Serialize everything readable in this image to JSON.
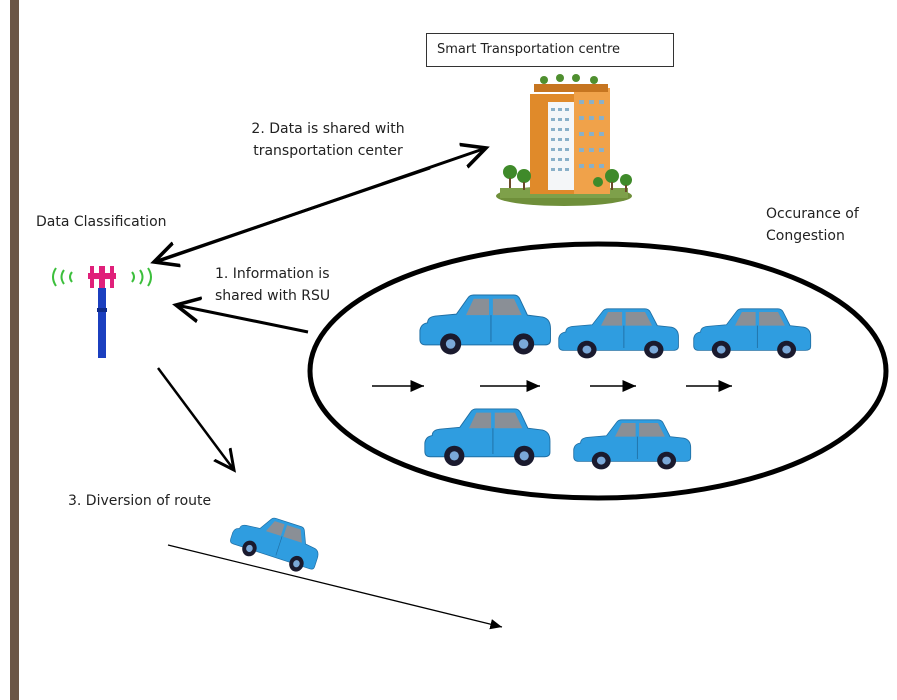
{
  "title_box": "Smart Transportation centre",
  "labels": {
    "data_classification": "Data Classification",
    "step1_line1": "1. Information is",
    "step1_line2": "shared with RSU",
    "step2_line1": "2. Data is shared with",
    "step2_line2": "transportation center",
    "step3": "3. Diversion of route",
    "congestion_line1": "Occurance of",
    "congestion_line2": "Congestion"
  },
  "icons": {
    "tower": "rsu-tower-icon",
    "building": "building-icon",
    "car": "car-icon"
  },
  "colors": {
    "car_body": "#2f9de0",
    "car_roof_window": "#8a8f96",
    "tower_pink": "#e0207a",
    "tower_blue": "#1b3fbf",
    "signal_green": "#3cbf3c",
    "building_orange": "#e08a2a",
    "left_bar": "#6b5646"
  }
}
